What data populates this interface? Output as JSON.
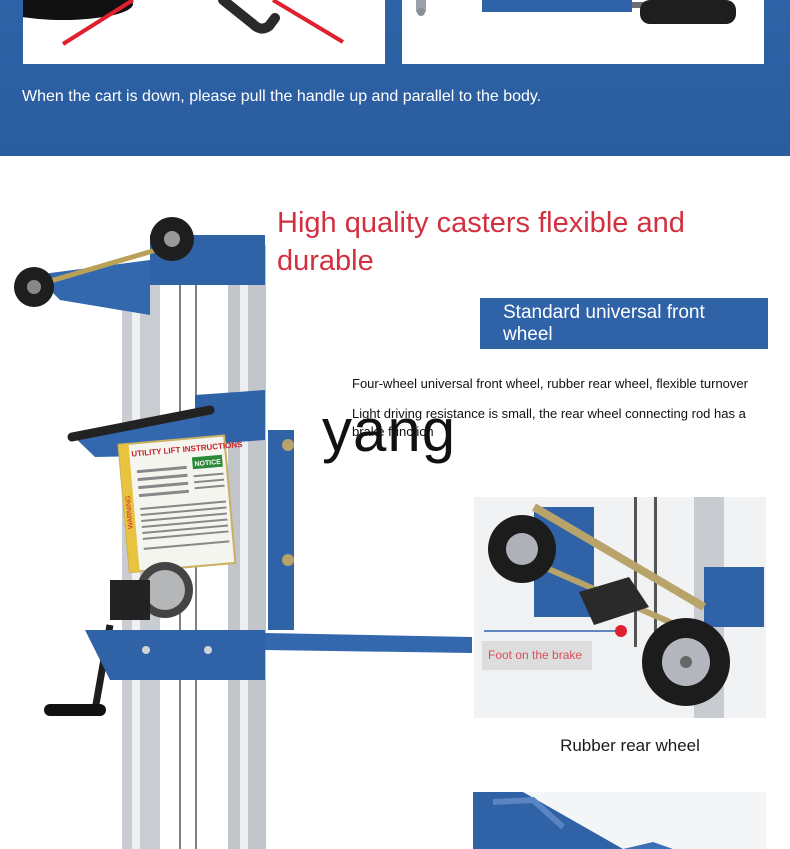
{
  "top_band": {
    "caption": "When the cart is down, please pull the handle up and parallel to the body."
  },
  "feature": {
    "headline": "High quality casters flexible and durable",
    "tag": "Standard universal front wheel",
    "description_1": "Four-wheel universal front wheel, rubber rear wheel, flexible turnover",
    "description_2": "Light driving resistance is small, the rear wheel connecting rod has a brake function",
    "watermark": "yang"
  },
  "lifter_panel": {
    "title": "UTILITY LIFT INSTRUCTIONS",
    "notice": "NOTICE",
    "warning": "WARNING"
  },
  "inset": {
    "brake_label": "Foot on the brake",
    "caption": "Rubber rear wheel"
  },
  "colors": {
    "brand_blue": "#2f62a6",
    "headline_red": "#d2303f",
    "brake_red": "#d8505b"
  }
}
